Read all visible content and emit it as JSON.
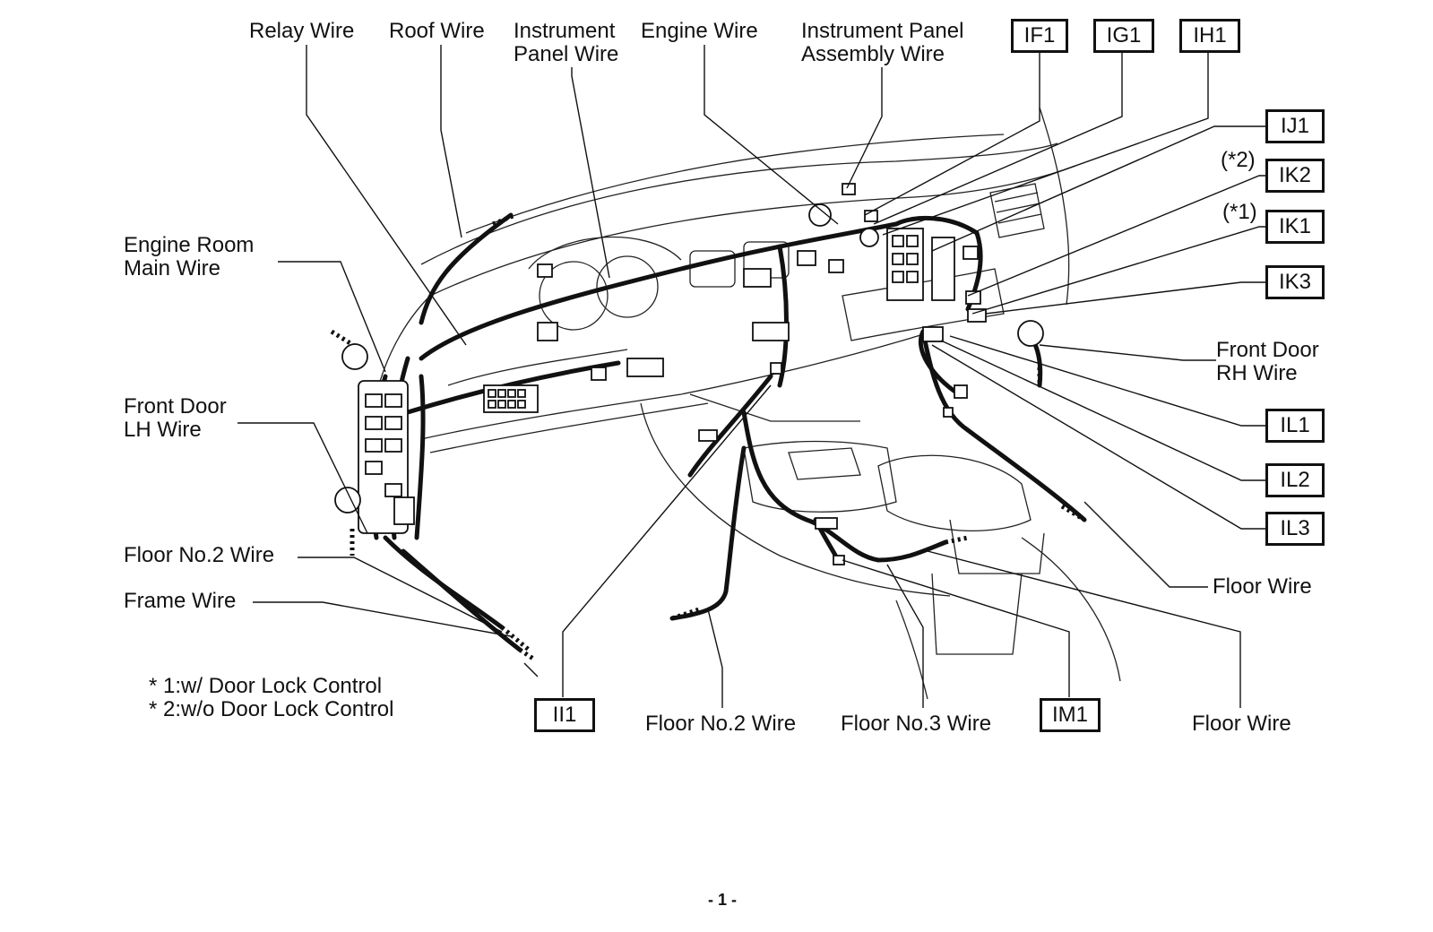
{
  "top_labels": {
    "relay_wire": "Relay Wire",
    "roof_wire": "Roof Wire",
    "instrument_panel_wire": [
      "Instrument",
      "Panel Wire"
    ],
    "engine_wire": "Engine Wire",
    "instrument_panel_assembly_wire": [
      "Instrument Panel",
      "Assembly Wire"
    ]
  },
  "left_labels": {
    "engine_room_main_wire": [
      "Engine Room",
      "Main Wire"
    ],
    "front_door_lh_wire": [
      "Front Door",
      "LH Wire"
    ],
    "floor_no2_wire_left": "Floor No.2 Wire",
    "frame_wire": "Frame Wire"
  },
  "right_labels": {
    "front_door_rh_wire": [
      "Front Door",
      "RH Wire"
    ],
    "floor_wire_right": "Floor Wire"
  },
  "bottom_labels": {
    "floor_no2_wire_bottom": "Floor No.2 Wire",
    "floor_no3_wire": "Floor No.3 Wire",
    "floor_wire_bottom": "Floor Wire"
  },
  "connectors": {
    "if1": "IF1",
    "ig1": "IG1",
    "ih1": "IH1",
    "ij1": "IJ1",
    "ik2": "IK2",
    "ik1": "IK1",
    "ik3": "IK3",
    "il1": "IL1",
    "il2": "IL2",
    "il3": "IL3",
    "ii1": "II1",
    "im1": "IM1"
  },
  "qualifiers": {
    "ik2": "(*2)",
    "ik1": "(*1)"
  },
  "notes": {
    "note1": "* 1:w/ Door Lock Control",
    "note2": "* 2:w/o Door Lock Control"
  },
  "page_number": "- 1 -"
}
